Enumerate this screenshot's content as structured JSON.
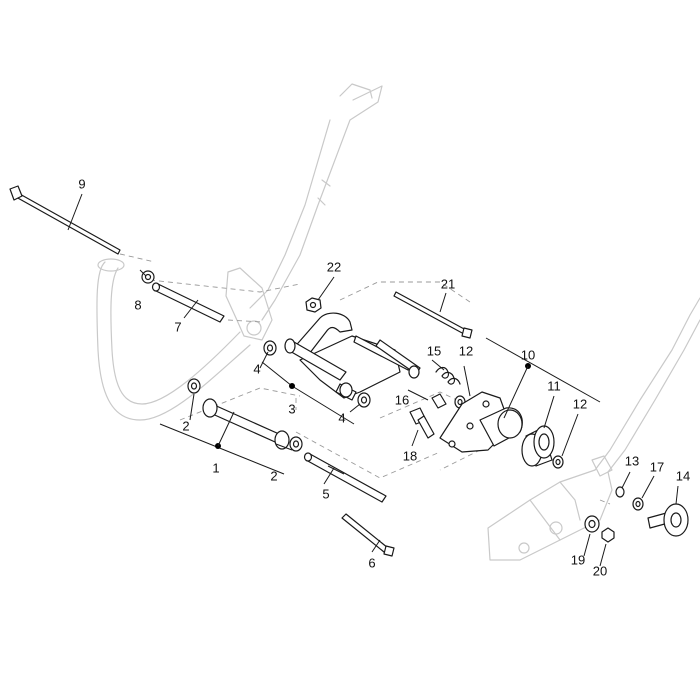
{
  "colors": {
    "line": "#1a1a1a",
    "frame": "#c9c9c9",
    "guide": "#9a9a9a",
    "background": "#ffffff"
  },
  "callouts": {
    "c1": "1",
    "c2a": "2",
    "c2b": "2",
    "c3": "3",
    "c4a": "4",
    "c4b": "4",
    "c5": "5",
    "c6": "6",
    "c7": "7",
    "c8": "8",
    "c9": "9",
    "c10": "10",
    "c11": "11",
    "c12a": "12",
    "c12b": "12",
    "c13": "13",
    "c14": "14",
    "c15": "15",
    "c16": "16",
    "c17": "17",
    "c18": "18",
    "c19": "19",
    "c20": "20",
    "c21": "21",
    "c22": "22"
  }
}
